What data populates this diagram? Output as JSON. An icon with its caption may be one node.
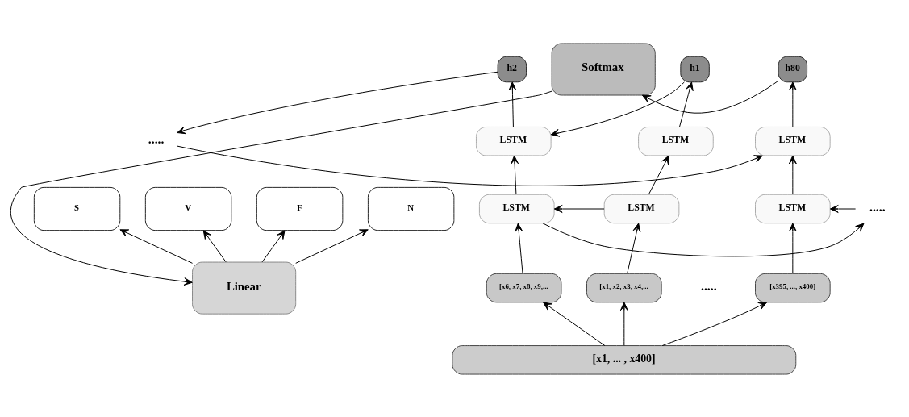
{
  "diagram": {
    "nodes": [
      {
        "text": [
          "h1"
        ]
      },
      {
        "text": [
          "h2"
        ]
      },
      {
        "text": [
          "h80"
        ]
      },
      {
        "text": [
          "LSTM"
        ]
      },
      {
        "text": [
          "LSTM"
        ]
      },
      {
        "text": [
          "....."
        ]
      },
      {
        "text": [
          "LSTM"
        ]
      },
      {
        "text": [
          "Softmax"
        ]
      },
      {
        "text": [
          "N"
        ]
      },
      {
        "text": [
          "S"
        ]
      },
      {
        "text": [
          "LSTM"
        ]
      },
      {
        "text": [
          "LSTM"
        ]
      },
      {
        "text": [
          "....."
        ]
      },
      {
        "text": [
          "LSTM"
        ]
      },
      {
        "text": [
          "Linear"
        ]
      },
      {
        "text": [
          "V"
        ]
      },
      {
        "text": [
          "[x1, x2, x3, x4,..."
        ]
      },
      {
        "text": [
          "[x6, x7, x8, x9,..."
        ]
      },
      {
        "text": [
          "[x395, ..., x400]"
        ]
      },
      {
        "text": [
          "F"
        ]
      },
      {
        "text": [
          "[x1, ... , x400]"
        ]
      }
    ],
    "edges": [
      {
        "from": 3,
        "to": 0,
        "arrow": "to"
      },
      {
        "from": 4,
        "to": 1,
        "arrow": "to"
      },
      {
        "from": 6,
        "to": 2,
        "arrow": "to"
      },
      {
        "from": 0,
        "to": 4,
        "arrow": "to"
      },
      {
        "from": 1,
        "to": 5,
        "arrow": "to"
      },
      {
        "from": 5,
        "to": 6,
        "arrow": "to"
      },
      {
        "from": 2,
        "to": 7,
        "arrow": "to"
      },
      {
        "from": 7,
        "to": 14,
        "arrow": "to"
      },
      {
        "from": 14,
        "to": 8,
        "arrow": "to"
      },
      {
        "from": 14,
        "to": 9,
        "arrow": "to"
      },
      {
        "from": 14,
        "to": 15,
        "arrow": "to"
      },
      {
        "from": 14,
        "to": 19,
        "arrow": "to"
      },
      {
        "from": 10,
        "to": 3,
        "arrow": "to"
      },
      {
        "from": 11,
        "to": 4,
        "arrow": "to"
      },
      {
        "from": 13,
        "to": 6,
        "arrow": "to"
      },
      {
        "from": 10,
        "to": 11,
        "arrow": "to"
      },
      {
        "from": 11,
        "to": 12,
        "arrow": "to"
      },
      {
        "from": 12,
        "to": 13,
        "arrow": "to"
      },
      {
        "from": 16,
        "to": 10,
        "arrow": "to"
      },
      {
        "from": 17,
        "to": 11,
        "arrow": "to"
      },
      {
        "from": 18,
        "to": 13,
        "arrow": "to"
      },
      {
        "from": 20,
        "to": 16,
        "arrow": "to"
      },
      {
        "from": 20,
        "to": 17,
        "arrow": "to"
      },
      {
        "from": 20,
        "to": 18,
        "arrow": "to"
      }
    ],
    "labels": [
      "....."
    ]
  }
}
